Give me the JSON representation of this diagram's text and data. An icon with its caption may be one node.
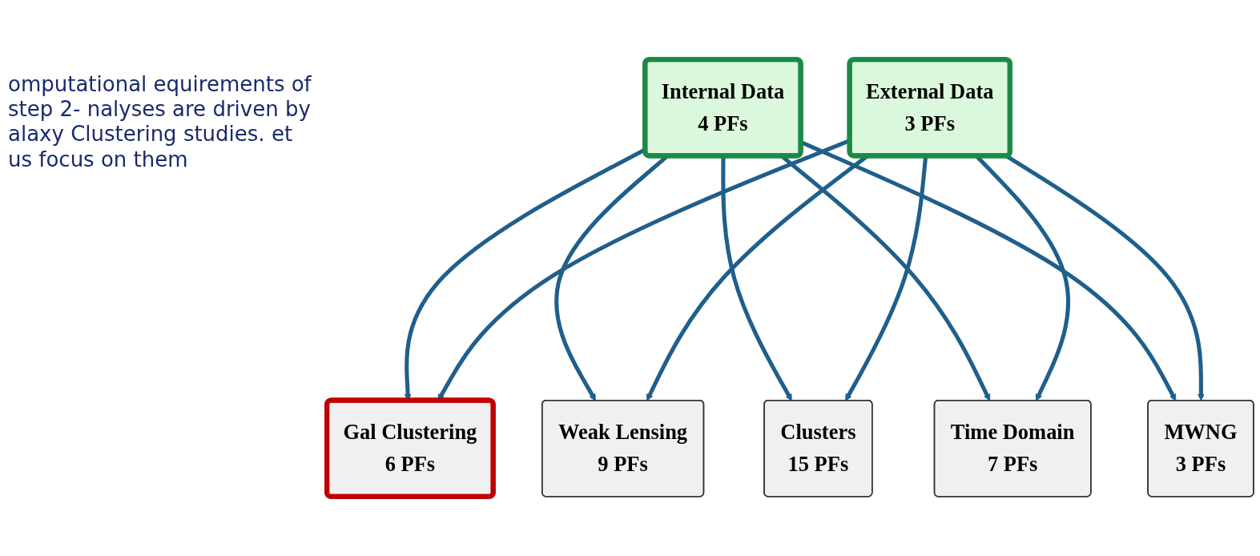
{
  "diagram": {
    "nodes": [
      {
        "text": [
          "Internal Data",
          "4 PFs"
        ]
      },
      {
        "text": [
          "External Data",
          "3 PFs"
        ]
      },
      {
        "text": [
          "Gal Clustering",
          "6 PFs"
        ]
      },
      {
        "text": [
          "Weak Lensing",
          "9 PFs"
        ]
      },
      {
        "text": [
          "Clusters",
          "15 PFs"
        ]
      },
      {
        "text": [
          "Time Domain",
          "7 PFs"
        ]
      },
      {
        "text": [
          "MWNG",
          "3 PFs"
        ]
      }
    ],
    "edges": [
      {
        "from": 0,
        "to": 2,
        "arrow": "to"
      },
      {
        "from": 0,
        "to": 3,
        "arrow": "to"
      },
      {
        "from": 0,
        "to": 4,
        "arrow": "to"
      },
      {
        "from": 0,
        "to": 5,
        "arrow": "to"
      },
      {
        "from": 0,
        "to": 6,
        "arrow": "to"
      },
      {
        "from": 1,
        "to": 2,
        "arrow": "to"
      },
      {
        "from": 1,
        "to": 3,
        "arrow": "to"
      },
      {
        "from": 1,
        "to": 4,
        "arrow": "to"
      },
      {
        "from": 1,
        "to": 5,
        "arrow": "to"
      },
      {
        "from": 1,
        "to": 6,
        "arrow": "to"
      }
    ],
    "labels": [
      "omputational equirements of step 2- nalyses are driven by alaxy Clustering studies. et us focus on them"
    ]
  }
}
